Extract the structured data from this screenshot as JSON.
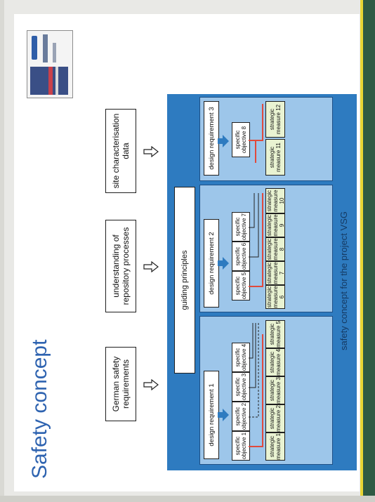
{
  "title": "Safety concept",
  "inputs": [
    "German safety requirements",
    "understanding of repository processes",
    "site characterisation data"
  ],
  "guiding_principles": "guiding principles",
  "design_requirements": [
    {
      "label": "design requirement 1",
      "objectives": [
        "specific objective 1",
        "specific objective 2",
        "specific objective 3",
        "specific objective 4"
      ],
      "measures": [
        "strategic measure 1",
        "strategic measure 2",
        "strategic measure 3",
        "strategic measure 4",
        "strategic measure 5"
      ]
    },
    {
      "label": "design requirement 2",
      "objectives": [
        "specific objective 5",
        "specific objective 6",
        "specific objective 7"
      ],
      "measures": [
        "strategic measure 6",
        "strategic measure 7",
        "strategic measure 8",
        "strategic measure 9",
        "strategic measure 10"
      ]
    },
    {
      "label": "design requirement 3",
      "objectives": [
        "specific objective 8"
      ],
      "measures": [
        "strategic measure 11",
        "strategic measure 12"
      ]
    }
  ],
  "footer": "safety concept for the project VSG",
  "colors": {
    "panel_blue": "#2e7bc0",
    "light_blue": "#9dc6ea",
    "title_blue": "#2e63b0",
    "link_red": "#e04a3c",
    "stripe_green": "#2f5a43",
    "stripe_yellow": "#e8d534"
  }
}
